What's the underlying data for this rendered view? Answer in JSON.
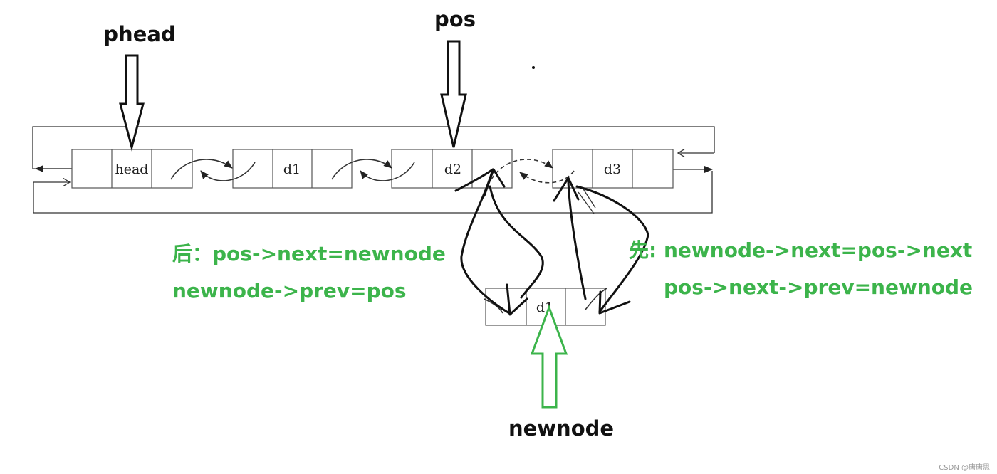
{
  "pointers": {
    "phead": "phead",
    "pos": "pos",
    "newnode": "newnode"
  },
  "nodes": [
    {
      "label": "head"
    },
    {
      "label": "d1"
    },
    {
      "label": "d2"
    },
    {
      "label": "d3"
    }
  ],
  "new_node": {
    "label": "d1"
  },
  "annotations": {
    "after_line1": "后：pos->next=newnode",
    "after_line2": "newnode->prev=pos",
    "first_prefix": "先:",
    "first_line1": "newnode->next=pos->next",
    "first_line2": "pos->next->prev=newnode"
  },
  "watermark": "CSDN @唐唐思",
  "colors": {
    "green": "#3cb44b",
    "black": "#111111"
  }
}
